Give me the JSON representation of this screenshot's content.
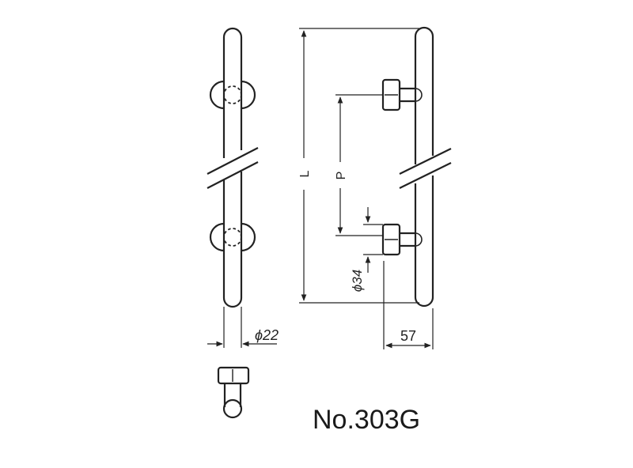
{
  "drawing": {
    "model_number": "No.303G",
    "dimensions": {
      "length_label": "L",
      "pitch_label": "P",
      "bar_diameter": "ϕ22",
      "post_diameter": "ϕ34",
      "projection": "57"
    }
  }
}
